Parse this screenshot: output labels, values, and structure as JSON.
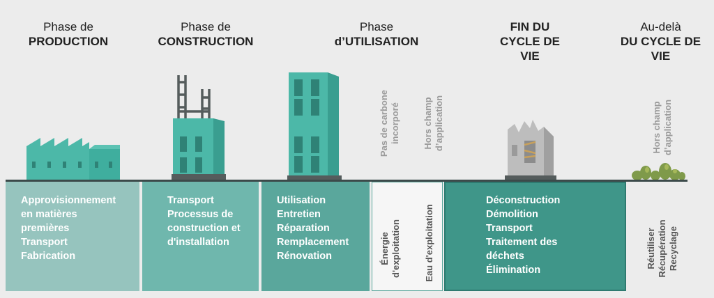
{
  "titles": {
    "production": {
      "line1": "Phase de",
      "line2": "PRODUCTION"
    },
    "construction": {
      "line1": "Phase de",
      "line2": "CONSTRUCTION"
    },
    "utilisation": {
      "line1": "Phase",
      "line2": "d’UTILISATION"
    },
    "fin": {
      "line1": "FIN DU",
      "line2": "CYCLE DE",
      "line3": "VIE"
    },
    "audela": {
      "line1": "Au-delà",
      "line2": "DU CYCLE DE",
      "line3": "VIE"
    }
  },
  "vertical_labels": {
    "pas_carbone": {
      "line1": "Pas de carbone",
      "line2": "incorporé"
    },
    "hors_champ_1": {
      "line1": "Hors champ",
      "line2": "d’application"
    },
    "hors_champ_2": {
      "line1": "Hors champ",
      "line2": "d’application"
    }
  },
  "boxes": {
    "production": {
      "color": "#96c4be",
      "items": [
        "Approvisionnement",
        "en matières",
        "premières",
        "Transport",
        "Fabrication"
      ]
    },
    "construction": {
      "color": "#6fb7ad",
      "items": [
        "Transport",
        "Processus de",
        "construction et",
        "d'installation"
      ]
    },
    "utilisation": {
      "color": "#5aa79c",
      "items": [
        "Utilisation",
        "Entretien",
        "Réparation",
        "Remplacement",
        "Rénovation"
      ]
    },
    "fin": {
      "color": "#3f9689",
      "items": [
        "Déconstruction",
        "Démolition",
        "Transport",
        "Traitement des",
        "déchets",
        "Élimination"
      ]
    }
  },
  "operation_labels": {
    "energie": {
      "line1": "Énergie",
      "line2": "d'exploitation"
    },
    "eau": {
      "line1": "Eau d'exploitation"
    }
  },
  "audela_items": {
    "line1": "Réutiliser",
    "line2": "Récupération",
    "line3": "Recyclage"
  },
  "colors": {
    "teal_building": "#4cb8a8",
    "teal_dark": "#3a9e90",
    "frame": "#555c5c",
    "ruin": "#bdbdbd",
    "greenery": "#7f9a4a"
  },
  "icons": [
    "factory-icon",
    "building-under-construction-icon",
    "tower-building-icon",
    "ruined-building-icon",
    "greenery-icon"
  ]
}
